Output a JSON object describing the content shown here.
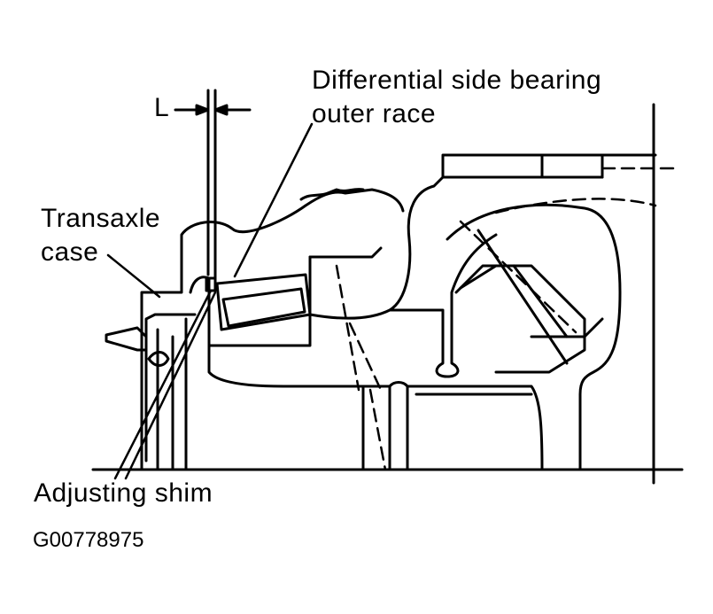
{
  "labels": {
    "dimension": "L",
    "outer_race_line1": "Differential side bearing",
    "outer_race_line2": "outer race",
    "case_line1": "Transaxle",
    "case_line2": "case",
    "shim": "Adjusting shim",
    "figure_id": "G00778975"
  }
}
